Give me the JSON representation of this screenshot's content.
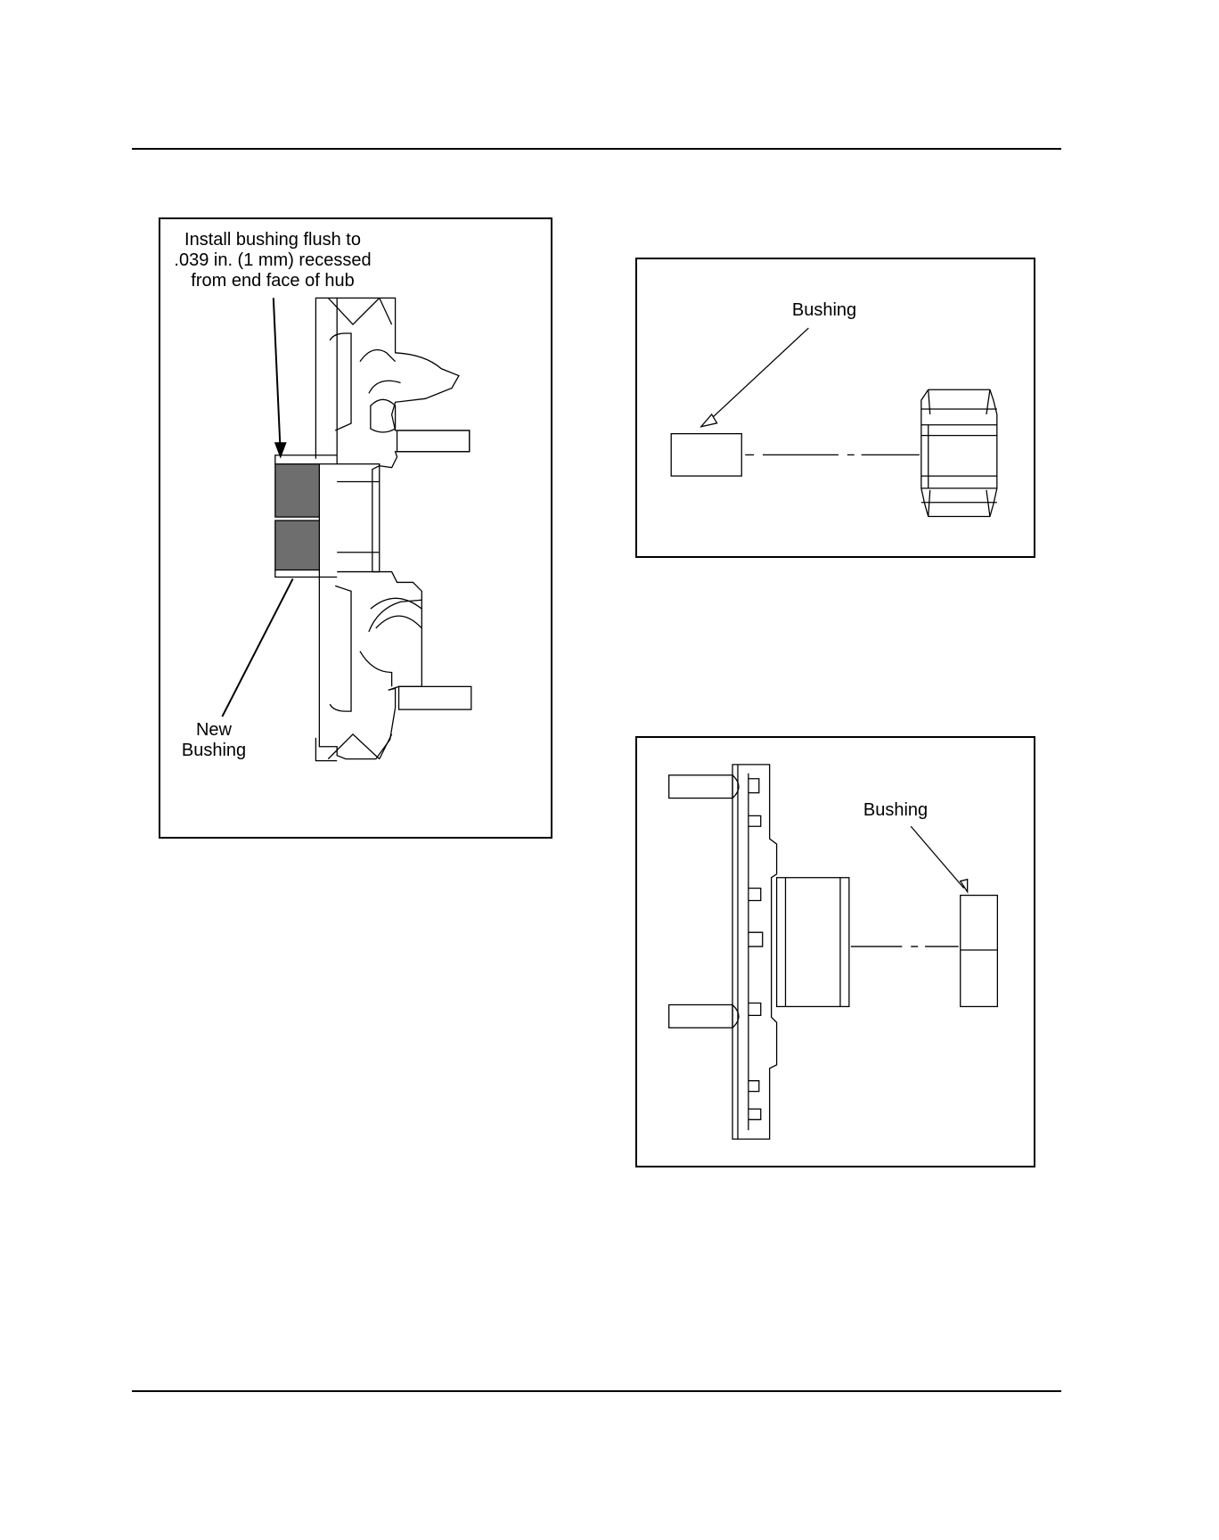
{
  "figures": [
    {
      "id": "install-depth",
      "callouts": {
        "install_note": "Install bushing flush to\n.039 in. (1 mm) recessed\nfrom end face of hub",
        "new_bushing": "New\nBushing"
      }
    },
    {
      "id": "bushing-into-gear",
      "callouts": {
        "bushing": "Bushing"
      }
    },
    {
      "id": "bushing-into-hub",
      "callouts": {
        "bushing": "Bushing"
      }
    }
  ],
  "colors": {
    "line": "#000000",
    "bushing_fill": "#6e6e6e"
  }
}
